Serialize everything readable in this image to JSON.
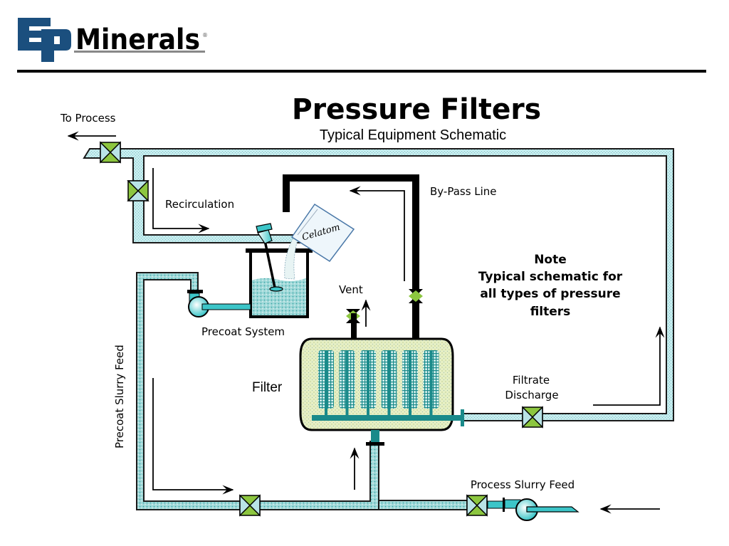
{
  "header": {
    "logo_mark": "EP",
    "logo_text": "Minerals",
    "logo_registered": "®",
    "brand_color": "#1b4f7e"
  },
  "title": "Pressure Filters",
  "subtitle": "Typical Equipment Schematic",
  "labels": {
    "to_process": "To Process",
    "recirculation": "Recirculation",
    "bypass_line": "By-Pass Line",
    "vent": "Vent",
    "precoat_system": "Precoat System",
    "precoat_slurry_feed": "Precoat Slurry Feed",
    "filter": "Filter",
    "filtrate_discharge_1": "Filtrate",
    "filtrate_discharge_2": "Discharge",
    "process_slurry_feed": "Process Slurry Feed",
    "bag_text": "Celatom"
  },
  "note": {
    "heading": "Note",
    "lines": [
      "Typical schematic for",
      "all types of pressure",
      "filters"
    ]
  },
  "colors": {
    "pipe_fill": "#b9e3e6",
    "pipe_stroke": "#1a1a1a",
    "valve_green": "#8cc63f",
    "valve_cyan": "#3cc5c8",
    "filter_body": "#e8f0c8",
    "element_teal": "#1a8a8a",
    "tank_liquid": "#5fc8c8"
  }
}
